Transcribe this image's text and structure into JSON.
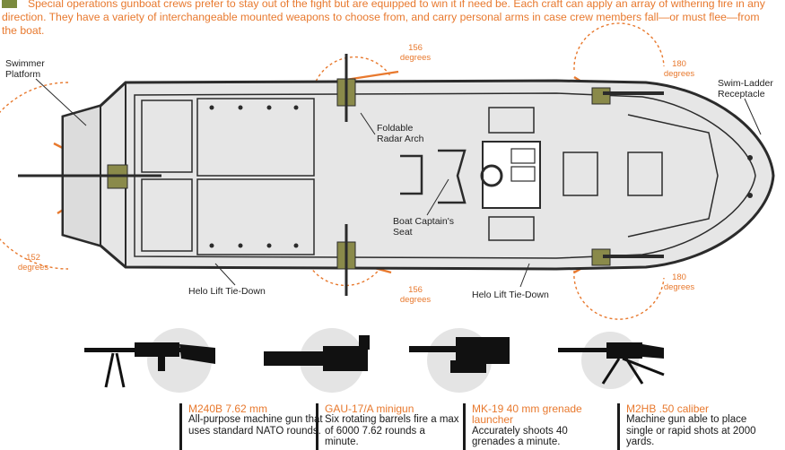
{
  "intro": "Special operations gunboat crews prefer to stay out of the fight but are equipped to win it if need be. Each craft can apply an array of withering fire in any direction. They have a variety of interchangeable mounted weapons to choose from, and carry personal arms in case crew members fall—or must flee—from the boat.",
  "labels": {
    "swimmer_platform": "Swimmer Platform",
    "radar_arch": "Foldable Radar Arch",
    "captain_seat": "Boat Captain's Seat",
    "swim_ladder": "Swim-Ladder Receptacle",
    "helo_tie_down_1": "Helo Lift Tie-Down",
    "helo_tie_down_2": "Helo Lift Tie-Down"
  },
  "arcs": {
    "top_mid": "156 degrees",
    "bottom_mid": "156 degrees",
    "stern": "152 degrees",
    "bow_top": "180 degrees",
    "bow_bottom": "180 degrees"
  },
  "weapons": [
    {
      "name": "M240B 7.62 mm",
      "desc": "All-purpose machine gun that uses standard NATO rounds."
    },
    {
      "name": "GAU-17/A minigun",
      "desc": "Six rotating barrels fire a max of 6000 7.62 rounds a minute."
    },
    {
      "name": "MK-19 40 mm grenade launcher",
      "desc": "Accurately shoots 40 grenades a minute."
    },
    {
      "name": "M2HB .50 caliber",
      "desc": "Machine gun able to place single or rapid shots at 2000 yards."
    }
  ],
  "colors": {
    "accent": "#e8792e",
    "gun": "#8a8a4a",
    "hull": "#e6e6e6",
    "ink": "#1a1a1a"
  }
}
